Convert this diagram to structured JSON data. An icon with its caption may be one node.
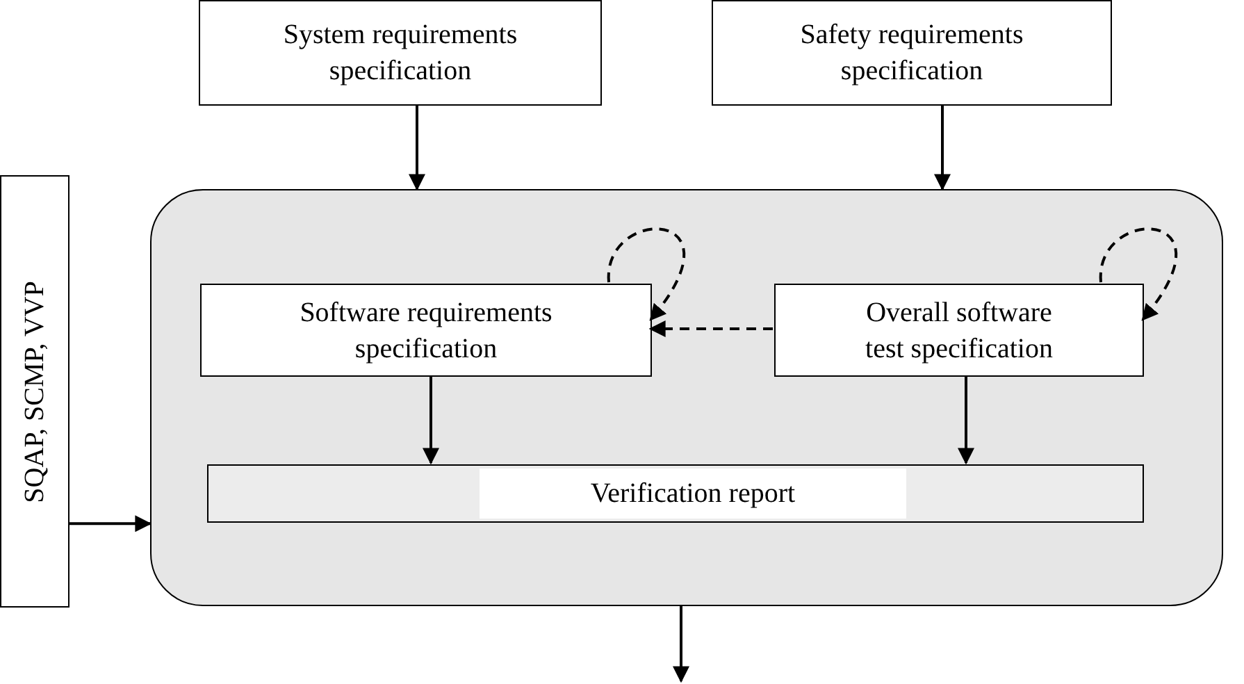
{
  "diagram": {
    "nodes": [
      {
        "text": [
          "System requirements specification"
        ]
      },
      {
        "text": [
          "Safety requirements specification"
        ]
      },
      {
        "text": [
          "SQAP, SCMP, VVP"
        ]
      },
      {
        "text": [],
        "shape": "box"
      },
      {
        "text": [
          "Software requirements specification"
        ],
        "in": 3
      },
      {
        "text": [
          "Overall software test specification"
        ],
        "in": 3
      },
      {
        "text": [
          "Verification report"
        ],
        "in": 3
      }
    ],
    "edges": [
      {
        "from": 0,
        "to": 3,
        "arrow": "to"
      },
      {
        "from": 1,
        "to": 3,
        "arrow": "to"
      },
      {
        "from": 2,
        "to": 3,
        "arrow": "to"
      },
      {
        "from": 4,
        "to": 4,
        "arrow": "to",
        "style": "dashed"
      },
      {
        "from": 5,
        "to": 5,
        "arrow": "to",
        "style": "dashed"
      },
      {
        "from": 5,
        "to": 4,
        "arrow": "to",
        "style": "dashed"
      },
      {
        "from": 4,
        "to": 6,
        "arrow": "to"
      },
      {
        "from": 5,
        "to": 6,
        "arrow": "to"
      },
      {
        "from": 3,
        "to": null,
        "arrow": "to"
      }
    ]
  }
}
